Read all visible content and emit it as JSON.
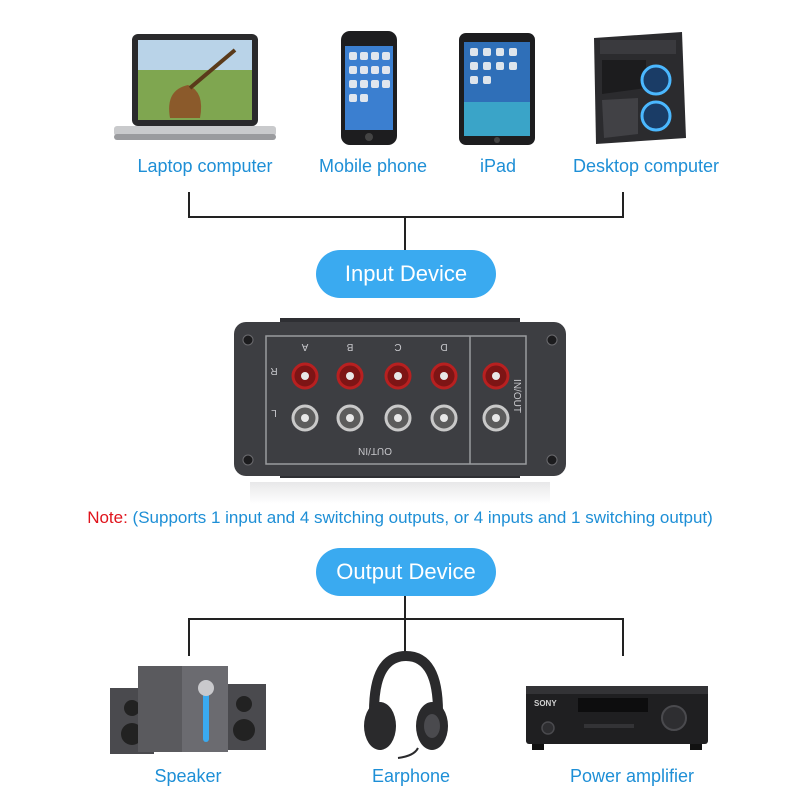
{
  "input_devices": [
    {
      "label": "Laptop computer",
      "icon": "laptop-icon"
    },
    {
      "label": "Mobile phone",
      "icon": "mobile-phone-icon"
    },
    {
      "label": "iPad",
      "icon": "tablet-icon"
    },
    {
      "label": "Desktop computer",
      "icon": "desktop-tower-icon"
    }
  ],
  "input_pill": "Input Device",
  "switch_box": {
    "channels": [
      "A",
      "B",
      "C",
      "D"
    ],
    "side_labels": [
      "R",
      "L"
    ],
    "bottom_label": "OUT/IN",
    "right_label": "IN/OUT"
  },
  "note": {
    "prefix": "Note:",
    "text": " (Supports 1 input and 4 switching outputs, or 4 inputs and 1 switching output)"
  },
  "output_pill": "Output Device",
  "output_devices": [
    {
      "label": "Speaker",
      "icon": "speaker-icon"
    },
    {
      "label": "Earphone",
      "icon": "headphones-icon"
    },
    {
      "label": "Power amplifier",
      "icon": "amplifier-icon",
      "brand": "SONY"
    }
  ],
  "colors": {
    "accent": "#3aaaf0",
    "label": "#1e8fd6",
    "note_red": "#e0141c",
    "box": "#3d3e42"
  }
}
